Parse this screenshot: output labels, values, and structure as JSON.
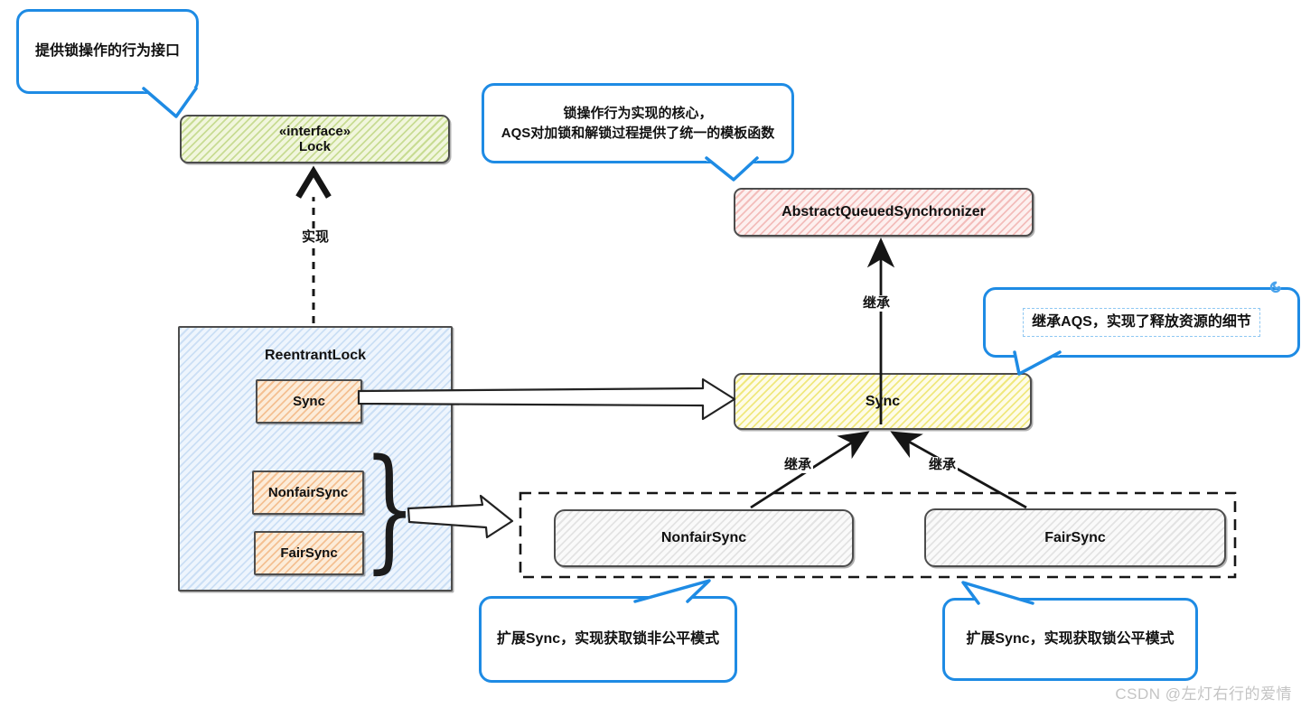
{
  "bubbles": {
    "top_left": "提供锁操作的行为接口",
    "top_middle_line1": "锁操作行为实现的核心，",
    "top_middle_line2": "AQS对加锁和解锁过程提供了统一的模板函数",
    "right": "继承AQS，实现了释放资源的细节",
    "bottom_left": "扩展Sync，实现获取锁非公平模式",
    "bottom_right": "扩展Sync，实现获取锁公平模式"
  },
  "nodes": {
    "lock": {
      "stereotype": "«interface»",
      "name": "Lock"
    },
    "aqs": {
      "name": "AbstractQueuedSynchronizer"
    },
    "sync": {
      "name": "Sync"
    },
    "reentrantlock": {
      "name": "ReentrantLock",
      "members": {
        "sync": "Sync",
        "nonfair": "NonfairSync",
        "fair": "FairSync"
      }
    },
    "nonfair": {
      "name": "NonfairSync"
    },
    "fair": {
      "name": "FairSync"
    }
  },
  "edges": {
    "realize": "实现",
    "inherit_aqs": "继承",
    "inherit_nonfair": "继承",
    "inherit_fair": "继承"
  },
  "decorations": {
    "brace": "}"
  },
  "watermark": "CSDN @左灯右行的爱情",
  "colors": {
    "bubble_blue": "#1E8BE4",
    "interface_green": "#F1F6DD",
    "aqs_pink": "#FDF0EF",
    "sync_yellow": "#FEFCE8",
    "reentrant_blue": "#EEF5FD",
    "member_orange": "#FCECD9",
    "impl_gray": "#FAFAFA",
    "stroke_dark": "#4D4D4D"
  }
}
